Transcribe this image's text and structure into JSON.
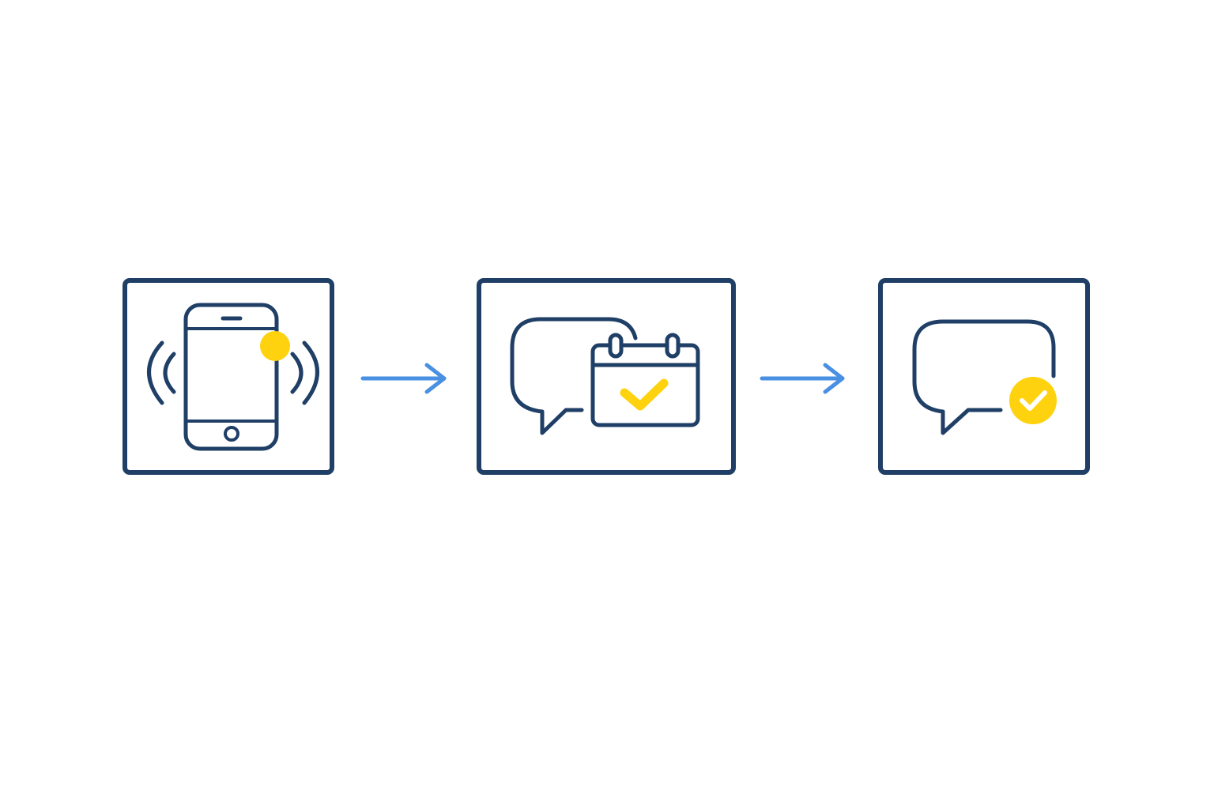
{
  "diagram": {
    "steps": [
      {
        "id": "step-1",
        "icon": "vibrating-phone-notification-icon"
      },
      {
        "id": "step-2",
        "icon": "chat-bubble-calendar-check-icon"
      },
      {
        "id": "step-3",
        "icon": "chat-bubble-check-icon"
      }
    ],
    "connectors": [
      {
        "from": "step-1",
        "to": "step-2",
        "icon": "arrow-right-icon"
      },
      {
        "from": "step-2",
        "to": "step-3",
        "icon": "arrow-right-icon"
      }
    ]
  },
  "colors": {
    "outline": "#1f3f66",
    "accent": "#ffd20f",
    "arrow": "#4a90e2",
    "background": "#ffffff"
  }
}
